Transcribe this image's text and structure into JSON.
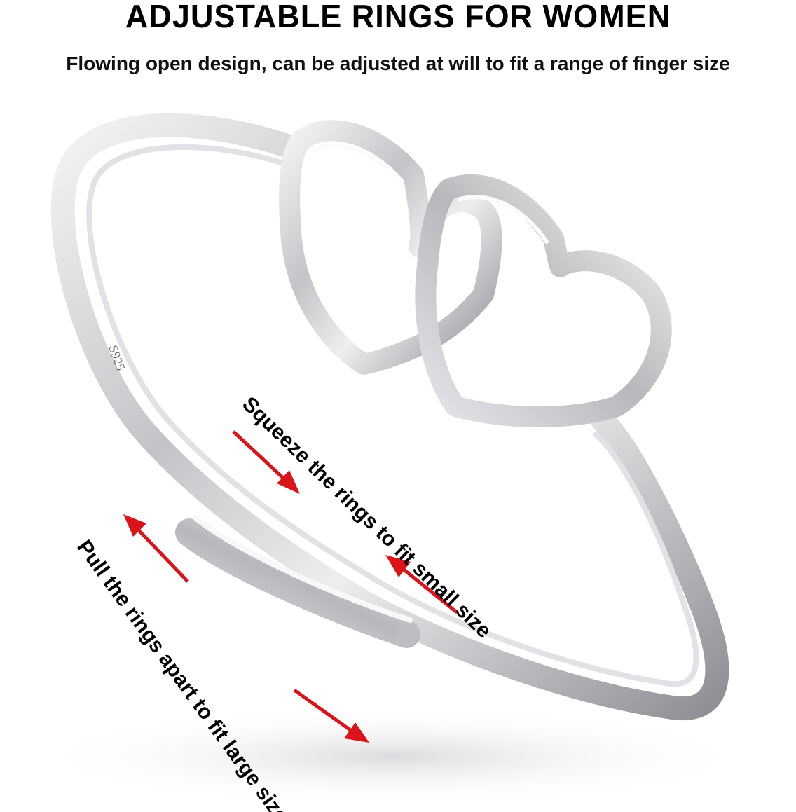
{
  "header": {
    "title": "ADJUSTABLE RINGS FOR WOMEN",
    "subtitle": "Flowing open design, can be adjusted at will to fit a range of finger size"
  },
  "product_image": {
    "stamp": "S925",
    "annotations": {
      "squeeze": "Squeeze the rings to fit small size",
      "pull": "Pull the rings apart to fit large size"
    },
    "arrow_color": "#d9141b",
    "metal_color": "#c9c9cc"
  }
}
